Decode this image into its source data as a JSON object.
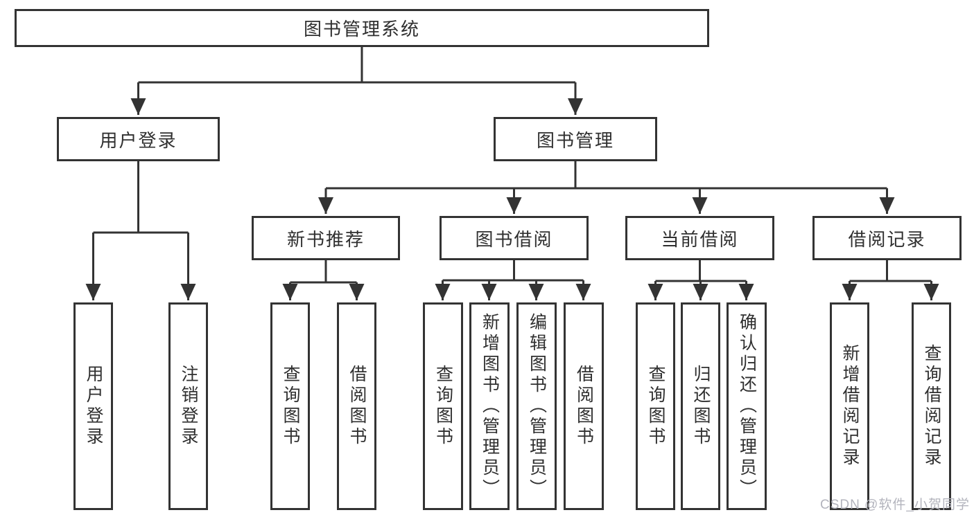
{
  "diagram": {
    "root": {
      "label": "图书管理系统",
      "children": [
        {
          "label": "用户登录",
          "children": [
            {
              "label": "用户登录"
            },
            {
              "label": "注销登录"
            }
          ]
        },
        {
          "label": "图书管理",
          "children": [
            {
              "label": "新书推荐",
              "children": [
                {
                  "label": "查询图书"
                },
                {
                  "label": "借阅图书"
                }
              ]
            },
            {
              "label": "图书借阅",
              "children": [
                {
                  "label": "查询图书"
                },
                {
                  "label": "新增图书（管理员）"
                },
                {
                  "label": "编辑图书（管理员）"
                },
                {
                  "label": "借阅图书"
                }
              ]
            },
            {
              "label": "当前借阅",
              "children": [
                {
                  "label": "查询图书"
                },
                {
                  "label": "归还图书"
                },
                {
                  "label": "确认归还（管理员）"
                }
              ]
            },
            {
              "label": "借阅记录",
              "children": [
                {
                  "label": "新增借阅记录"
                },
                {
                  "label": "查询借阅记录"
                }
              ]
            }
          ]
        }
      ]
    }
  },
  "watermark": {
    "text": "CSDN @软件_小贺同学",
    "color": "#b3b4bd"
  },
  "colors": {
    "line": "#333333",
    "text": "#2f2f2f",
    "box_background": "#ffffff",
    "page_background": "#ffffff"
  }
}
